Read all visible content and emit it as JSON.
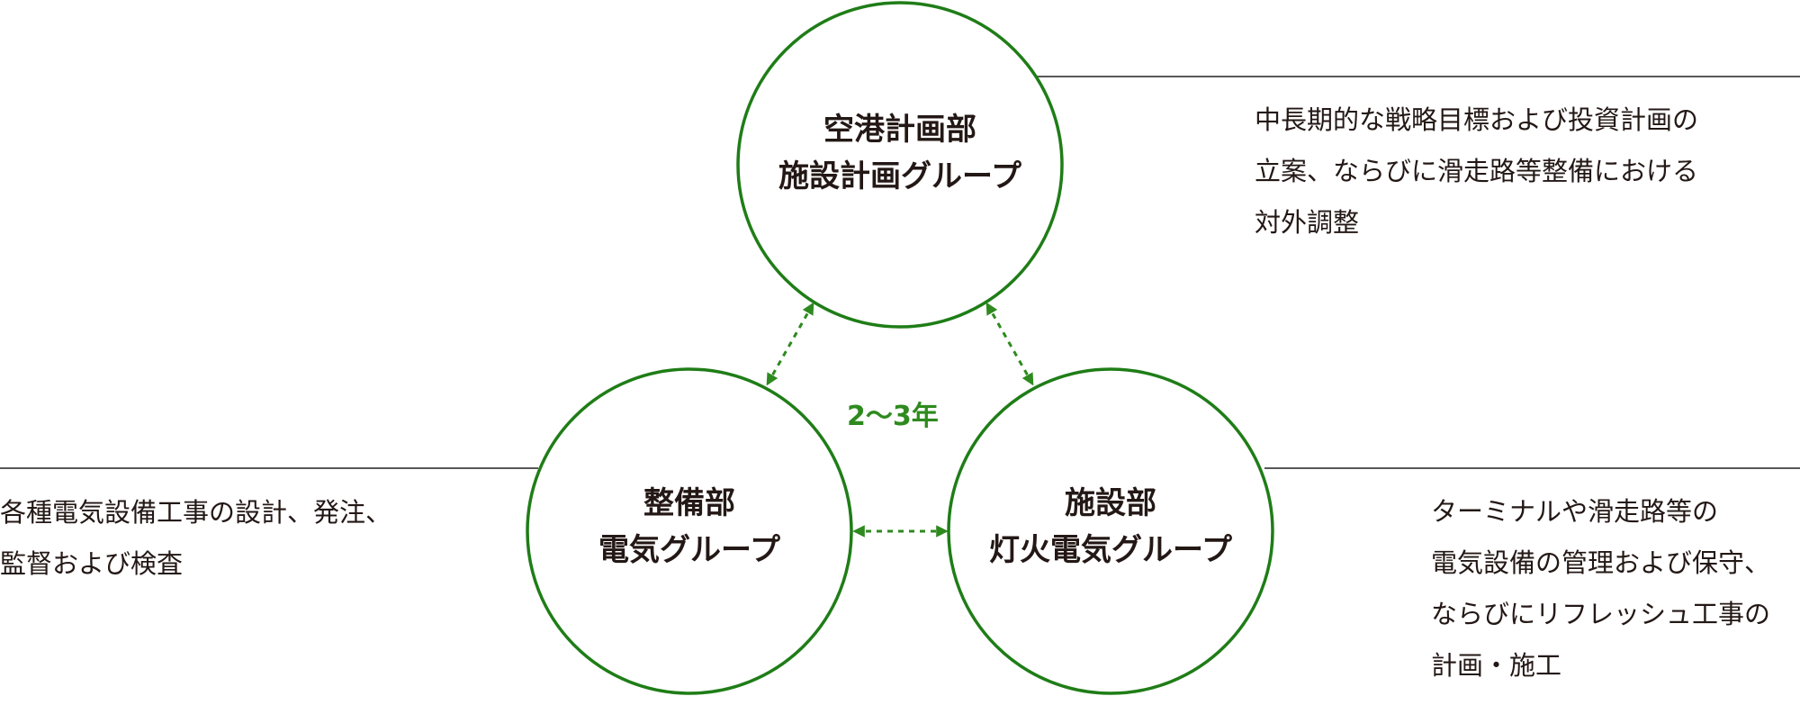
{
  "colors": {
    "circle_stroke": "#1f7d17",
    "arrow": "#2e8a1e",
    "rule": "#595757",
    "text": "#231815",
    "period_text": "#2e8a1e"
  },
  "nodes": {
    "top": {
      "line1": "空港計画部",
      "line2": "施設計画グループ"
    },
    "left": {
      "line1": "整備部",
      "line2": "電気グループ"
    },
    "right": {
      "line1": "施設部",
      "line2": "灯火電気グループ"
    }
  },
  "rotation_label": "2〜3年",
  "descriptions": {
    "top": [
      "中長期的な戦略目標および投資計画の",
      "立案、ならびに滑走路等整備における",
      "対外調整"
    ],
    "left": [
      "各種電気設備工事の設計、発注、",
      "監督および検査"
    ],
    "right": [
      "ターミナルや滑走路等の",
      "電気設備の管理および保守、",
      "ならびにリフレッシュ工事の",
      "計画・施工"
    ]
  }
}
